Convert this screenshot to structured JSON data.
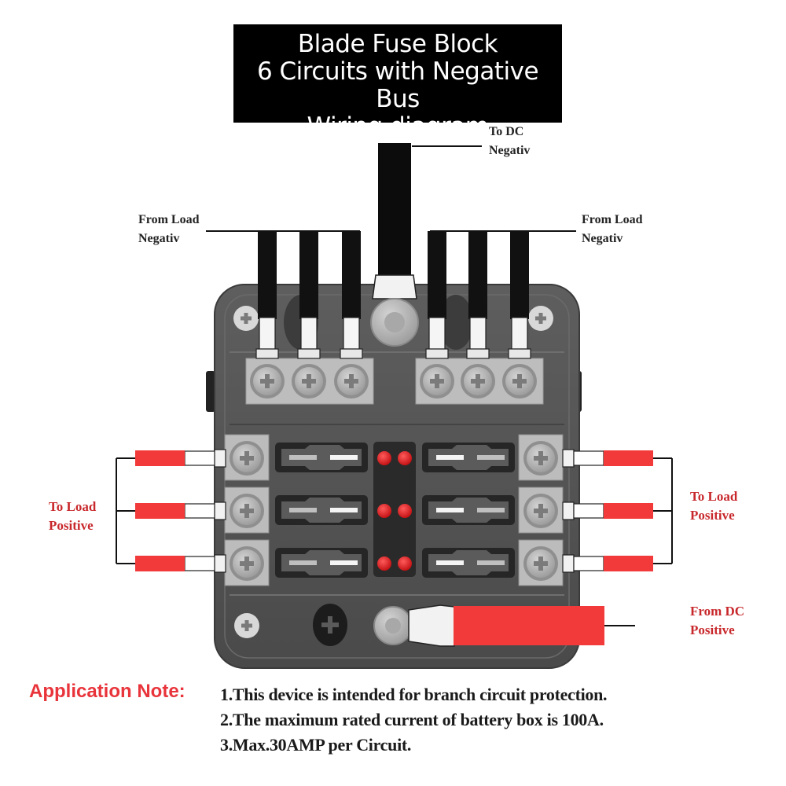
{
  "title": {
    "line1": "Blade Fuse Block",
    "line2": "6 Circuits with Negative Bus",
    "line3": "Wiring diagram"
  },
  "labels": {
    "to_dc_negative": [
      "To DC",
      "Negativ"
    ],
    "from_load_negative_left": [
      "From Load",
      "Negativ"
    ],
    "from_load_negative_right": [
      "From Load",
      "Negativ"
    ],
    "to_load_positive_left": [
      "To Load",
      "Positive"
    ],
    "to_load_positive_right": [
      "To Load",
      "Positive"
    ],
    "from_dc_positive": [
      "From DC",
      "Positive"
    ]
  },
  "fuse_block": {
    "circuits": 6,
    "negative_bus_terminals": 6,
    "led_indicators": 6,
    "colors": {
      "housing": "#5a5a5a",
      "negative_wire": "#111111",
      "positive_wire": "#f23a3a",
      "led": "#e3191c",
      "terminal": "#bdbdbd"
    }
  },
  "application_note": {
    "heading": "Application Note:",
    "items": [
      "1.This device is intended for branch circuit protection.",
      "2.The maximum rated current of battery box is 100A.",
      "3.Max.30AMP per Circuit."
    ]
  }
}
